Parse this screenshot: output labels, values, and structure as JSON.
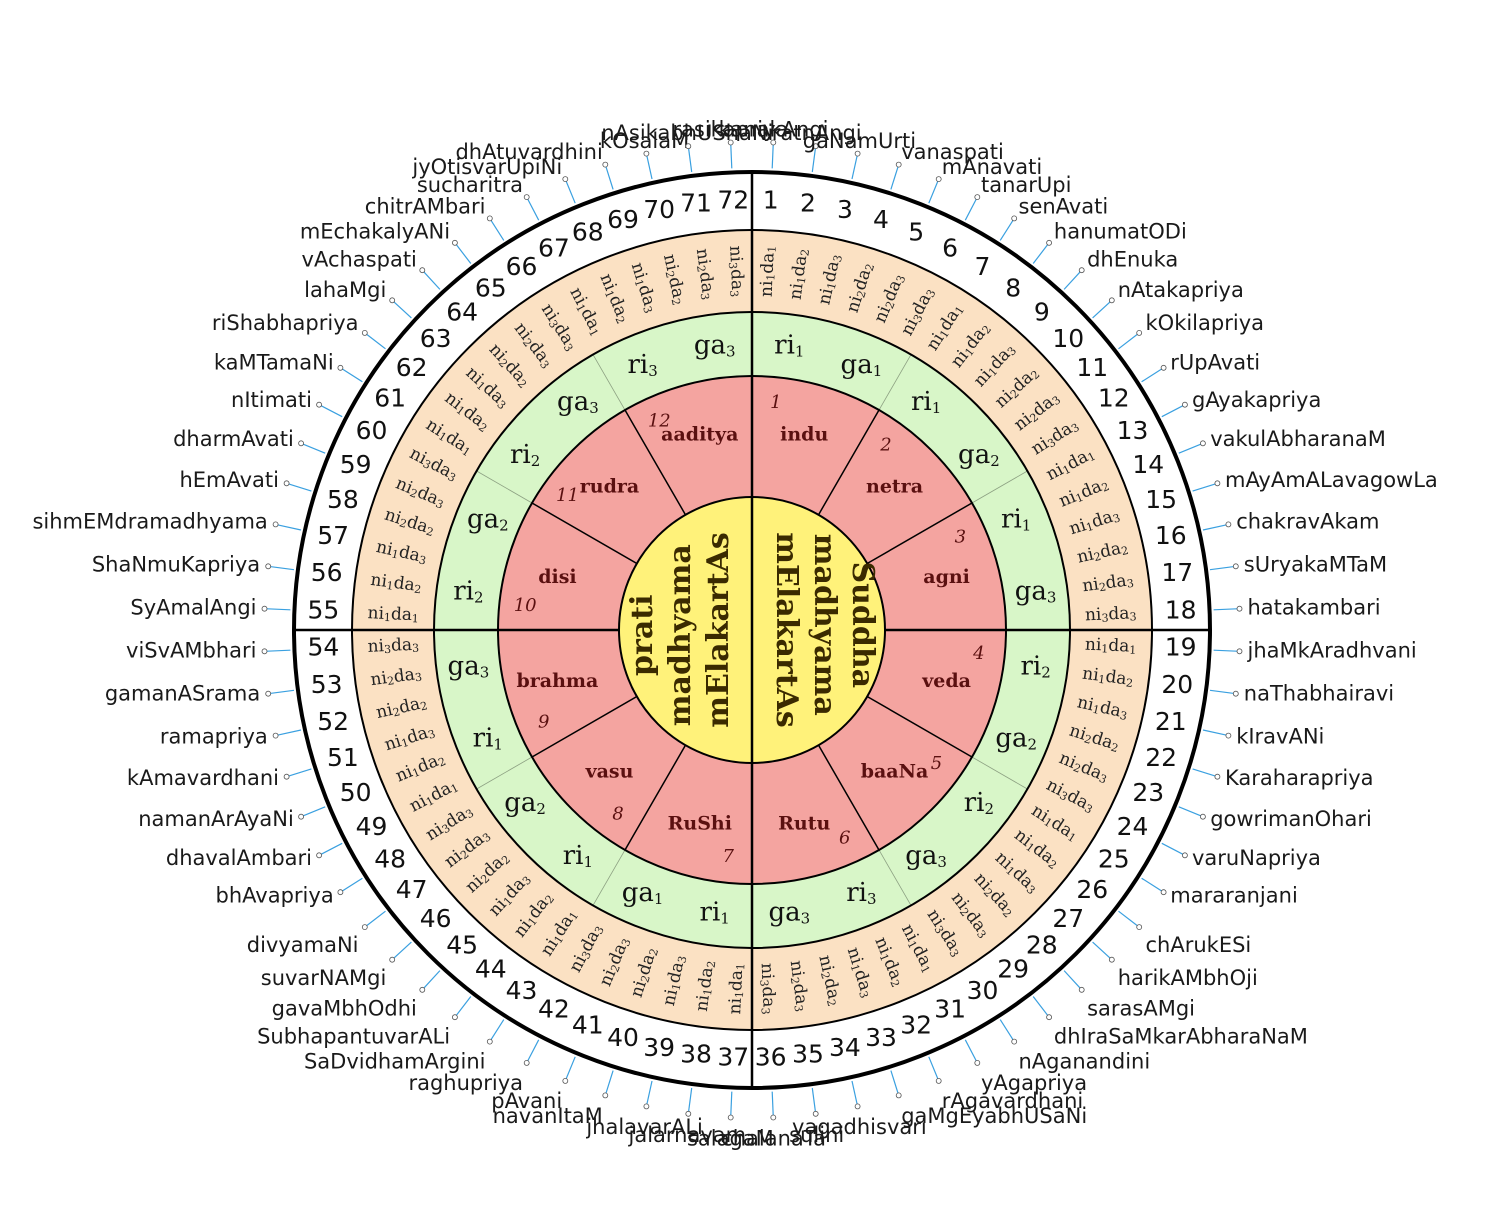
{
  "center": {
    "left": [
      "prati",
      "madhyama",
      "mElakartAs"
    ],
    "right": [
      "Suddha",
      "madhyama",
      "mElakartAs"
    ]
  },
  "chakras": [
    {
      "num": "1",
      "name": "indu"
    },
    {
      "num": "2",
      "name": "netra"
    },
    {
      "num": "3",
      "name": "agni"
    },
    {
      "num": "4",
      "name": "veda"
    },
    {
      "num": "5",
      "name": "baaNa"
    },
    {
      "num": "6",
      "name": "Rutu"
    },
    {
      "num": "7",
      "name": "RuShi"
    },
    {
      "num": "8",
      "name": "vasu"
    },
    {
      "num": "9",
      "name": "brahma"
    },
    {
      "num": "10",
      "name": "disi"
    },
    {
      "num": "11",
      "name": "rudra"
    },
    {
      "num": "12",
      "name": "aaditya"
    }
  ],
  "swaras": [
    {
      "base": "ri",
      "sub": "1"
    },
    {
      "base": "ga",
      "sub": "1"
    },
    {
      "base": "ri",
      "sub": "1"
    },
    {
      "base": "ga",
      "sub": "2"
    },
    {
      "base": "ri",
      "sub": "1"
    },
    {
      "base": "ga",
      "sub": "3"
    },
    {
      "base": "ri",
      "sub": "2"
    },
    {
      "base": "ga",
      "sub": "2"
    },
    {
      "base": "ri",
      "sub": "2"
    },
    {
      "base": "ga",
      "sub": "3"
    },
    {
      "base": "ri",
      "sub": "3"
    },
    {
      "base": "ga",
      "sub": "3"
    },
    {
      "base": "ri",
      "sub": "1"
    },
    {
      "base": "ga",
      "sub": "1"
    },
    {
      "base": "ri",
      "sub": "1"
    },
    {
      "base": "ga",
      "sub": "2"
    },
    {
      "base": "ri",
      "sub": "1"
    },
    {
      "base": "ga",
      "sub": "3"
    },
    {
      "base": "ri",
      "sub": "2"
    },
    {
      "base": "ga",
      "sub": "2"
    },
    {
      "base": "ri",
      "sub": "2"
    },
    {
      "base": "ga",
      "sub": "3"
    },
    {
      "base": "ri",
      "sub": "3"
    },
    {
      "base": "ga",
      "sub": "3"
    }
  ],
  "ni_da": [
    [
      "1",
      "1"
    ],
    [
      "1",
      "2"
    ],
    [
      "1",
      "3"
    ],
    [
      "2",
      "2"
    ],
    [
      "2",
      "3"
    ],
    [
      "3",
      "3"
    ]
  ],
  "melakartas": [
    "kanakAngi",
    "ratnAngi",
    "gaNamUrti",
    "vanaspati",
    "mAnavati",
    "tanarUpi",
    "senAvati",
    "hanumatODi",
    "dhEnuka",
    "nAtakapriya",
    "kOkilapriya",
    "rUpAvati",
    "gAyakapriya",
    "vakulAbharanaM",
    "mAyAmALavagowLa",
    "chakravAkam",
    "sUryakaMTaM",
    "hatakambari",
    "jhaMkAradhvani",
    "naThabhairavi",
    "kIravANi",
    "Karaharapriya",
    "gowrimanOhari",
    "varuNapriya",
    "mararanjani",
    "chArukESi",
    "harikAMbhOji",
    "sarasAMgi",
    "dhIraSaMkarAbharaNaM",
    "nAganandini",
    "yAgapriya",
    "rAgavardhani",
    "gaMgEyabhUSaNi",
    "vagadhisvari",
    "sulini",
    "chalanaTa",
    "salagaM",
    "jalarnavam",
    "jhalavarALi",
    "navanItaM",
    "pAvani",
    "raghupriya",
    "SaDvidhamArgini",
    "SubhapantuvarALi",
    "gavaMbhOdhi",
    "suvarNAMgi",
    "divyamaNi",
    "bhAvapriya",
    "dhavalAmbari",
    "namanArAyaNi",
    "kAmavardhani",
    "ramapriya",
    "gamanASrama",
    "viSvAMbhari",
    "SyAmalAngi",
    "ShaNmuKapriya",
    "sihmEMdramadhyama",
    "hEmAvati",
    "dharmAvati",
    "nItimati",
    "kaMTamaNi",
    "riShabhapriya",
    "lahaMgi",
    "vAchaspati",
    "mEchakalyANi",
    "chitrAMbari",
    "sucharitra",
    "jyOtisvarUpiNi",
    "dhAtuvardhini",
    "kOsalaM",
    "nAsikabhUShaNi",
    "rasikapriya"
  ],
  "colors": {
    "center": "#fff27a",
    "chakra_ring": "#f4a4a0",
    "swara_ring": "#d8f6c8",
    "nida_ring": "#fbe1c3",
    "outer_ring": "#ffffff",
    "leader": "#3aa0e0",
    "ring_line": "#000000"
  }
}
